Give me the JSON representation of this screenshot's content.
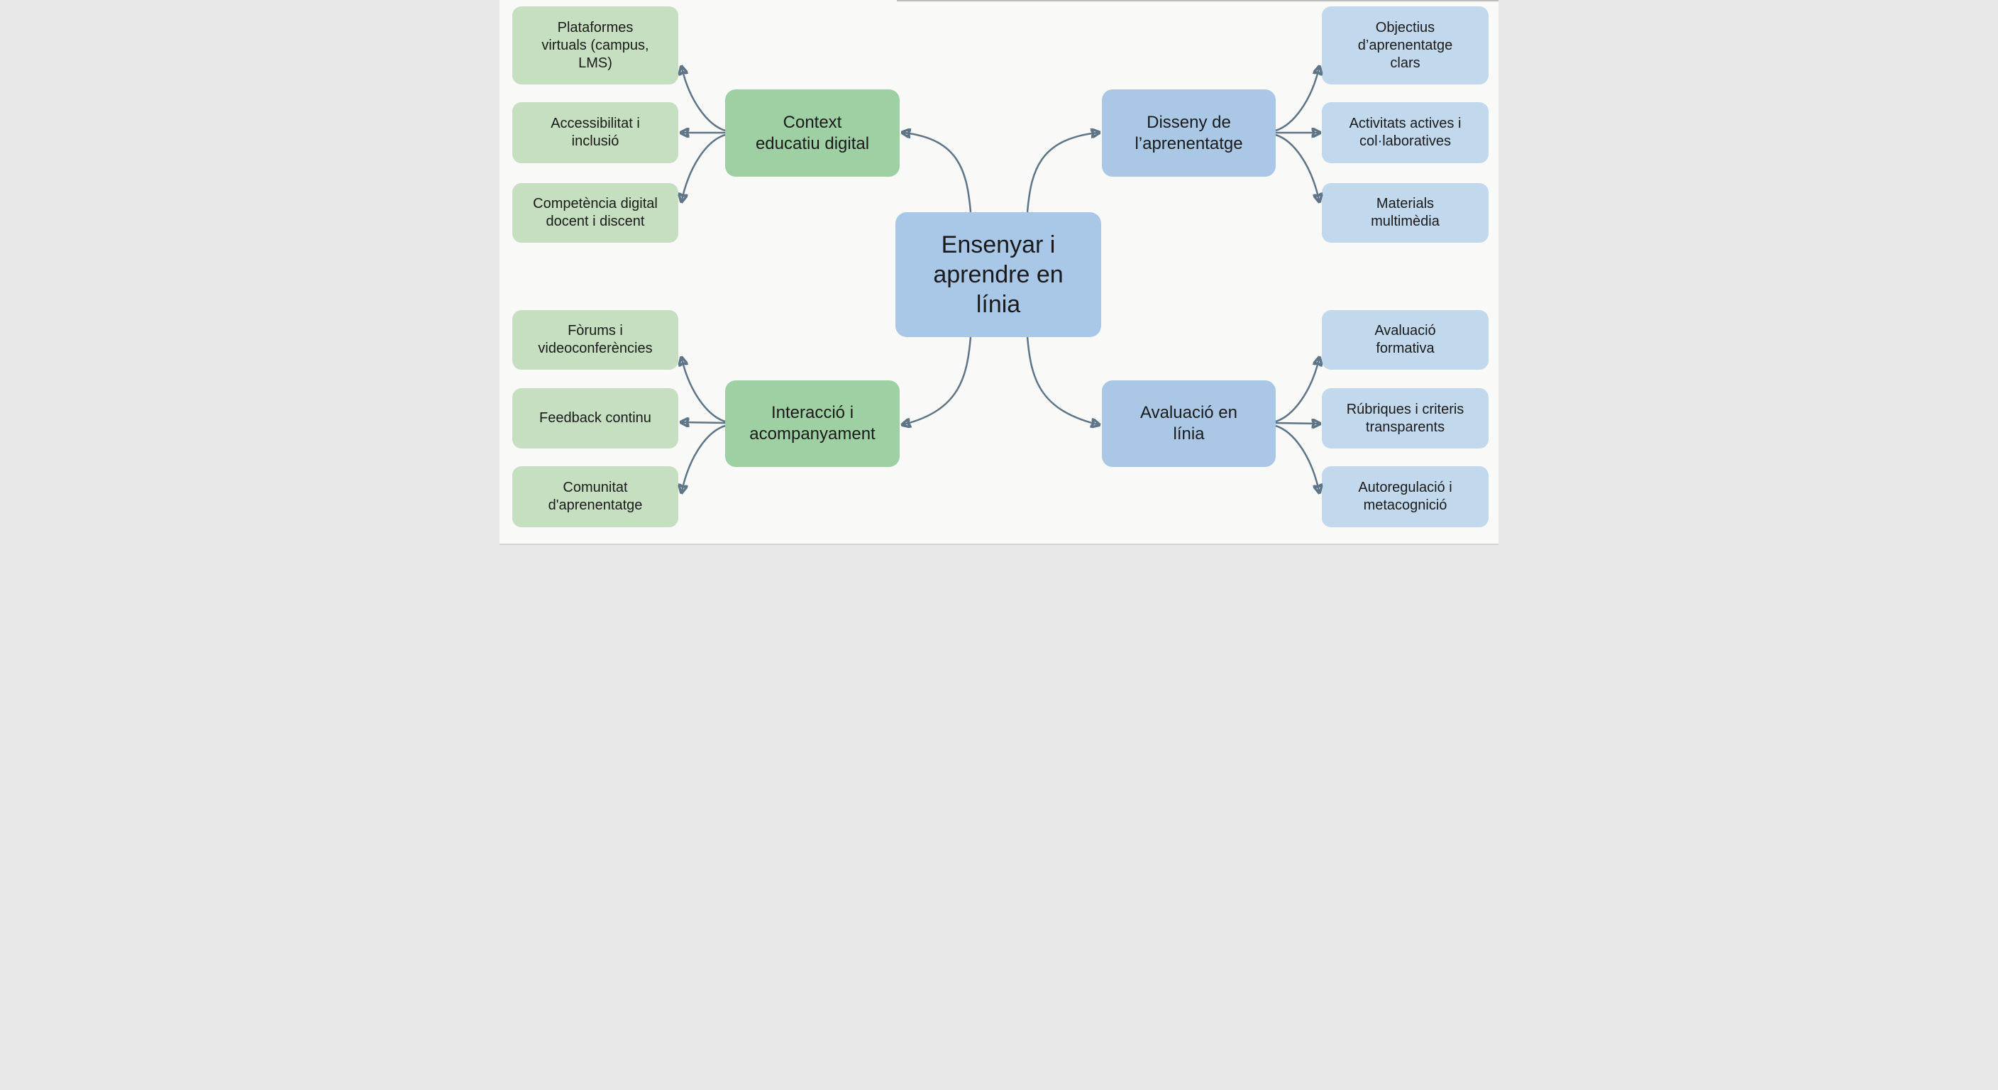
{
  "diagram": {
    "type": "mindmap",
    "center": {
      "label": "Ensenyar i\naprendre en\nlínia"
    },
    "branches": [
      {
        "label": "Context\neducatiu digital",
        "side": "left",
        "position": "top",
        "children": [
          "Plataformes\nvirtuals (campus,\nLMS)",
          "Accessibilitat i\ninclusió",
          "Competència digital\ndocent i discent"
        ]
      },
      {
        "label": "Disseny de\nl’aprenentatge",
        "side": "right",
        "position": "top",
        "children": [
          "Objectius\nd’aprenentatge\nclars",
          "Activitats actives i\ncol·laboratives",
          "Materials\nmultimèdia"
        ]
      },
      {
        "label": "Interacció i\nacompanyament",
        "side": "left",
        "position": "bottom",
        "children": [
          "Fòrums i\nvideoconferències",
          "Feedback continu",
          "Comunitat\nd'aprenentatge"
        ]
      },
      {
        "label": "Avaluació en\nlínia",
        "side": "right",
        "position": "bottom",
        "children": [
          "Avaluació\nformativa",
          "Rúbriques i criteris\ntransparents",
          "Autoregulació i\nmetacognició"
        ]
      }
    ],
    "colors": {
      "background": "#f9faf7",
      "child_green": "#c5dfc0",
      "branch_green": "#9fd0a3",
      "center_blue": "#a9c7e7",
      "branch_blue": "#aac8e6",
      "child_blue": "#c2d8ec",
      "arrow": "#5e7487",
      "text": "#1a1a1a"
    }
  }
}
